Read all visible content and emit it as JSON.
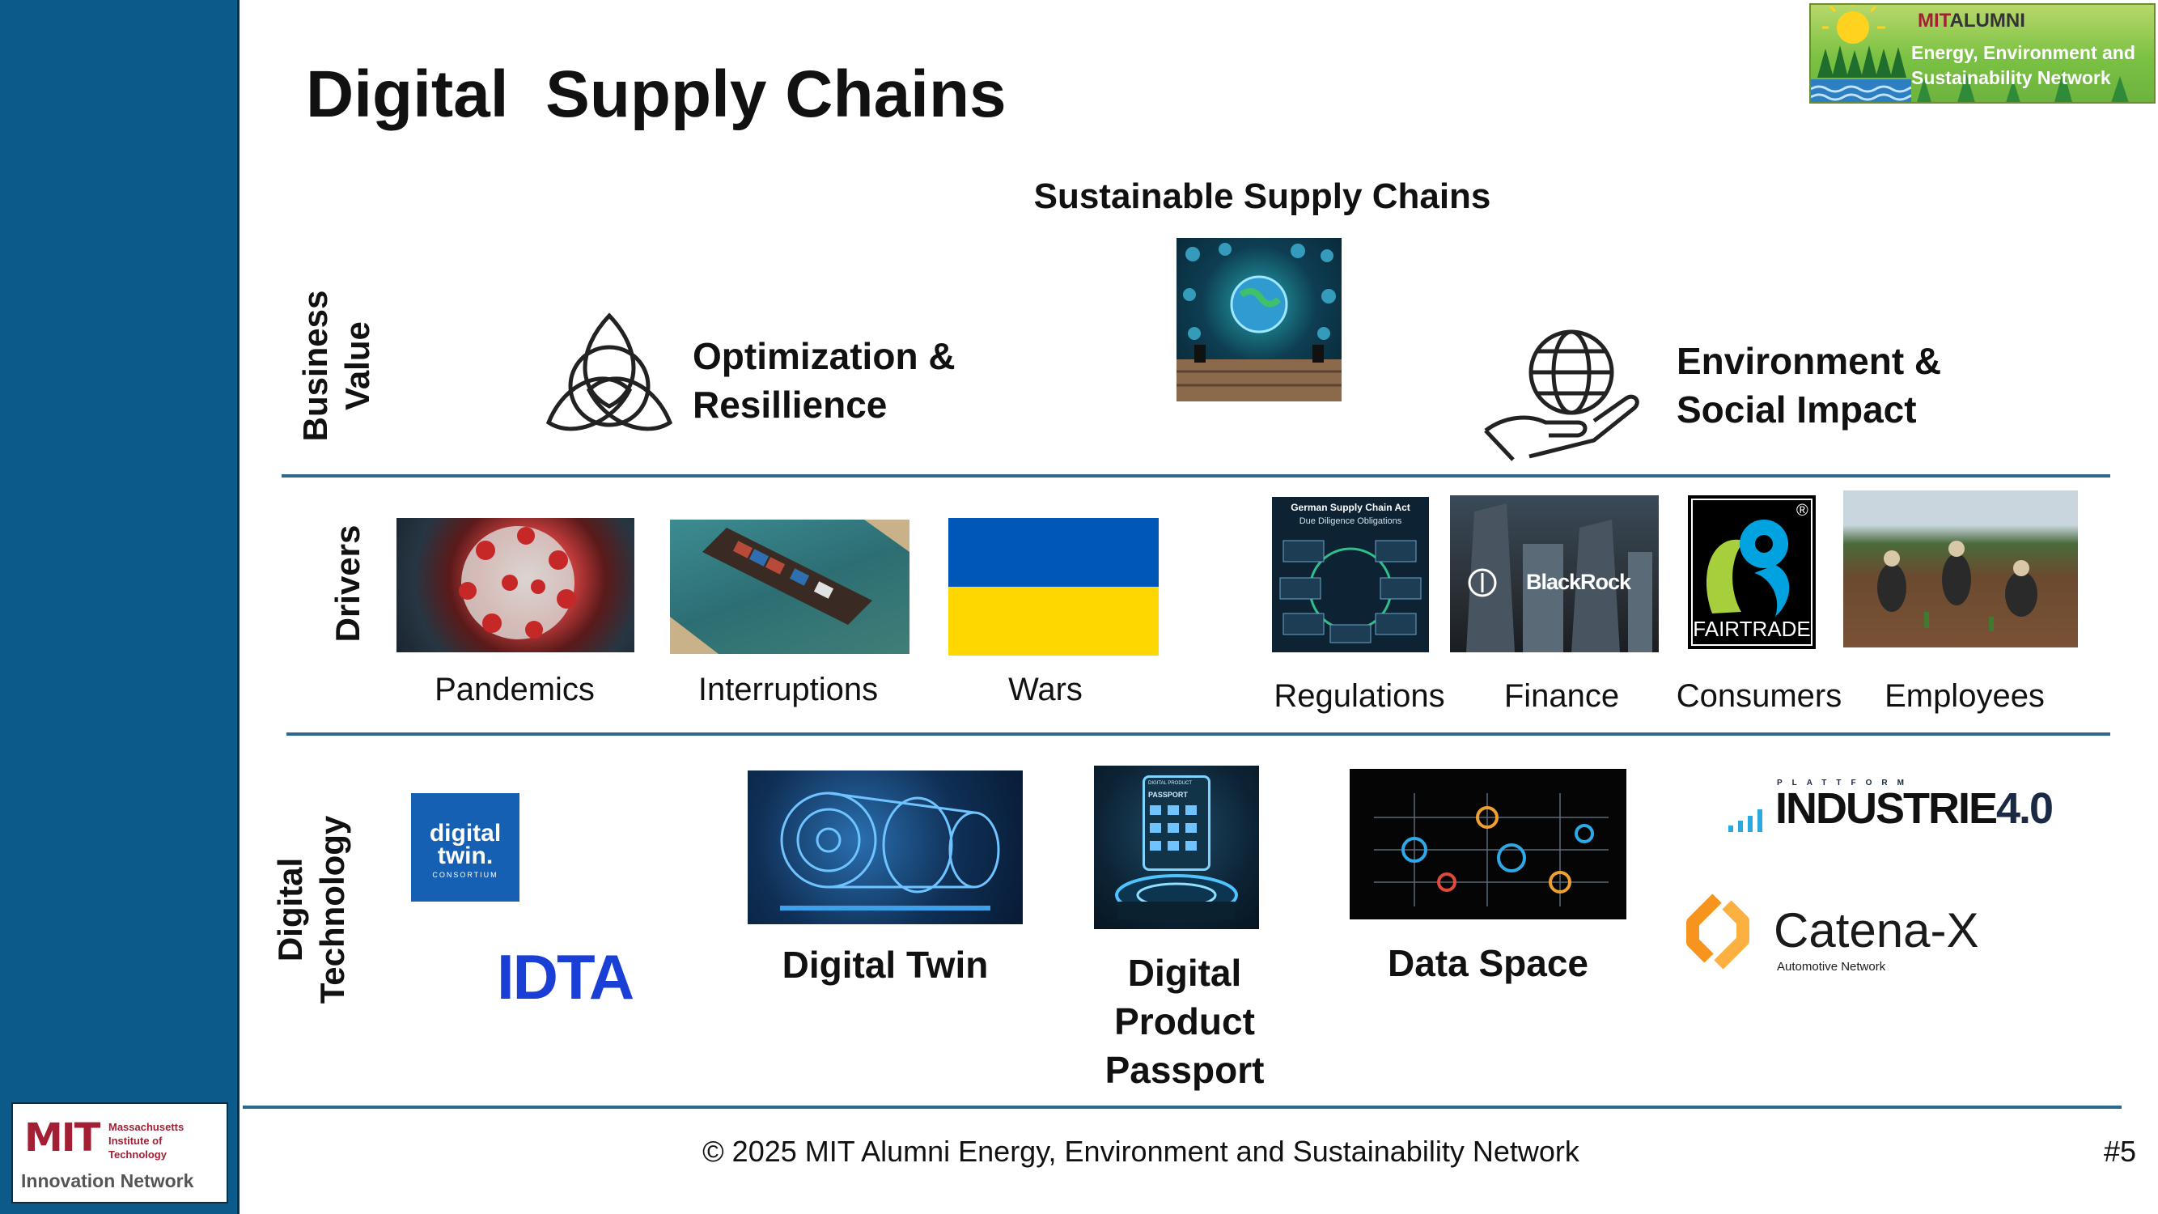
{
  "page": {
    "title": "Digital  Supply Chains",
    "subtitle": "Sustainable Supply Chains",
    "footer": "© 2025 MIT Alumni Energy, Environment and Sustainability Network",
    "page_number": "#5"
  },
  "header_logo": {
    "brand_mit": "MIT",
    "brand_alumni": "ALUMNI",
    "line1": "Energy, Environment and",
    "line2": "Sustainability Network"
  },
  "sidebar_logo": {
    "letters": "MIT",
    "name_line1": "Massachusetts",
    "name_line2": "Institute of",
    "name_line3": "Technology",
    "network": "Innovation Network"
  },
  "rows": {
    "business_value": {
      "line1": "Business",
      "line2": "Value"
    },
    "drivers": {
      "label": "Drivers"
    },
    "digital_technology": {
      "line1": "Digital",
      "line2": "Technology"
    }
  },
  "business_value": {
    "optimization": {
      "line1": "Optimization &",
      "line2": "Resillience",
      "icon": "triquetra-knot-icon"
    },
    "environment": {
      "line1": "Environment &",
      "line2": "Social Impact",
      "icon": "globe-in-hand-icon"
    }
  },
  "drivers": {
    "items": [
      {
        "label": "Pandemics"
      },
      {
        "label": "Interruptions"
      },
      {
        "label": "Wars"
      },
      {
        "label": "Regulations"
      },
      {
        "label": "Finance"
      },
      {
        "label": "Consumers"
      },
      {
        "label": "Employees"
      }
    ],
    "regulation_doc": {
      "title": "German Supply Chain Act",
      "subtitle": "Due Diligence Obligations"
    },
    "blackrock": "BlackRock",
    "fairtrade": "FAIRTRADE",
    "fairtrade_mark": "®"
  },
  "digital_technology": {
    "digital_twin_logo": {
      "line1": "digital",
      "line2": "twin.",
      "line3": "CONSORTIUM"
    },
    "idta": "IDTA",
    "digital_twin": "Digital Twin",
    "dpp": {
      "line1": "Digital",
      "line2": "Product",
      "line3": "Passport",
      "screen_label": "PASSPORT",
      "screen_top": "DIGITAL PRODUCT"
    },
    "data_space": "Data Space",
    "industrie": {
      "top": "PLATTFORM",
      "name": "INDUSTRIE",
      "version": "4.0"
    },
    "catena": {
      "name": "Catena-X",
      "tagline": "Automotive Network"
    }
  },
  "colors": {
    "sidebar": "#0b5a8a",
    "divider": "#2b6a8e",
    "mit_red": "#a31f34",
    "ukraine_blue": "#0057b7",
    "ukraine_yellow": "#ffd700",
    "idta_blue": "#1a3fd6",
    "digital_twin_blue": "#1660b3",
    "catena_orange": "#f7941d"
  }
}
